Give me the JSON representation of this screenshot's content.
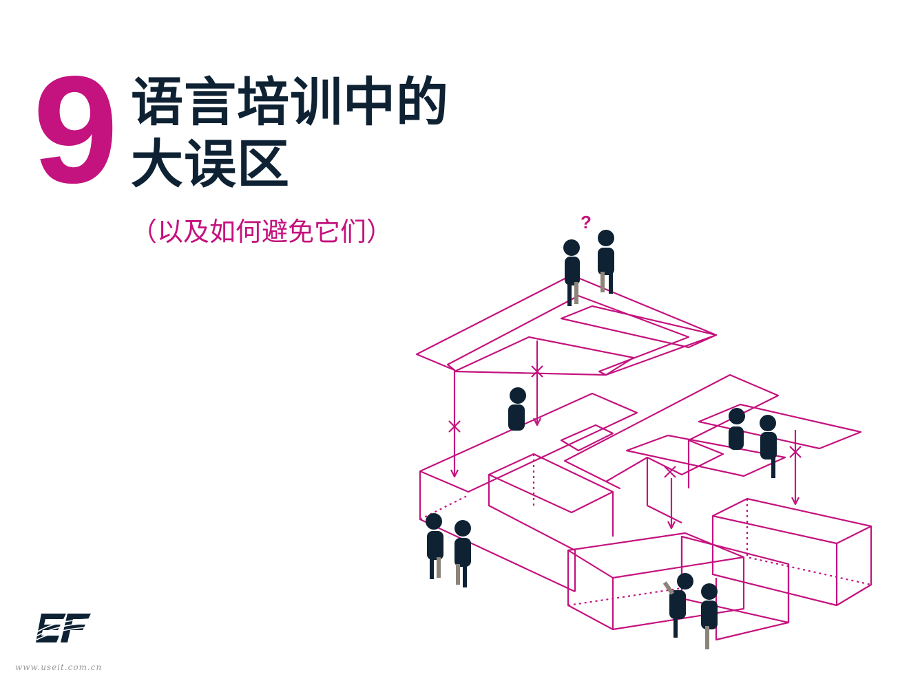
{
  "heading": {
    "number": "9",
    "title_line1": "语言培训中的",
    "title_line2": "大误区",
    "subtitle": "（以及如何避免它们）"
  },
  "illustration": {
    "question_mark": "?",
    "accent_color": "#c4127e",
    "figure_color": "#0e2233",
    "skin_color": "#8c8479"
  },
  "logo": {
    "icon": "ef-logo-icon"
  },
  "footer": {
    "watermark": "www.useit.com.cn"
  }
}
